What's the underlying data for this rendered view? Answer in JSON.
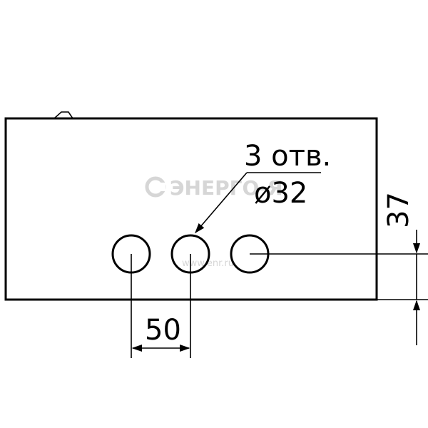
{
  "callout": {
    "count_text": "3 отв.",
    "diameter_text": "ø32"
  },
  "dimensions": {
    "spacing": "50",
    "offset": "37"
  },
  "watermark": {
    "logo_text": "ЭНЕРГО-Я",
    "url_text": "www.enr.ru"
  },
  "colors": {
    "stroke": "#000000",
    "watermark": "#d6d6d6"
  }
}
